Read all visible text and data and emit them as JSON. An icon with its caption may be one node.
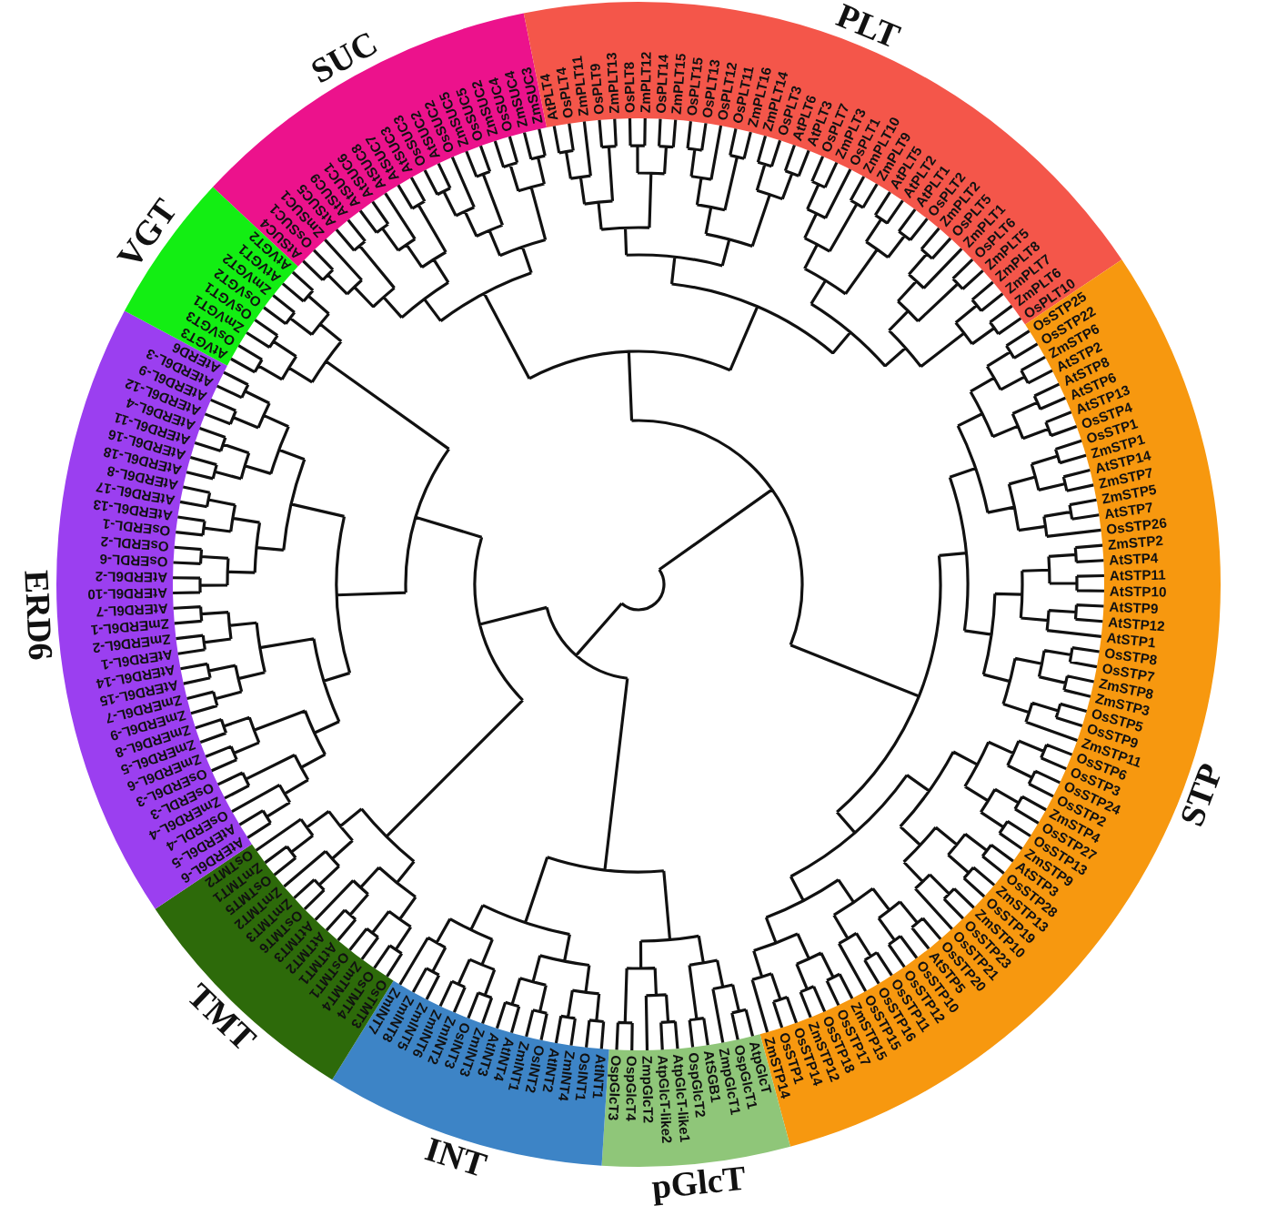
{
  "diagram": {
    "nodes": [
      {
        "text": [
          "SUC",
          "AtSUC4",
          "OsSUC1",
          "ZmSUC1",
          "AtSUC5",
          "AtSUC9",
          "AtSUC1",
          "AtSUC6",
          "AtSUC8",
          "AtSUC7",
          "AtSUC3",
          "OsSUC3",
          "AtSUC2",
          "OsSUC2",
          "ZmSUC5",
          "OsSUC5",
          "ZmSUC2",
          "OsSUC4",
          "ZmSUC4",
          "ZmSUC3"
        ]
      },
      {
        "text": [
          "PLT",
          "AtPLT4",
          "OsPLT4",
          "ZmPLT11",
          "OsPLT9",
          "ZmPLT13",
          "OsPLT8",
          "ZmPLT12",
          "OsPLT14",
          "ZmPLT15",
          "OsPLT15",
          "OsPLT13",
          "OsPLT12",
          "OsPLT11",
          "ZmPLT16",
          "ZmPLT14",
          "OsPLT3",
          "AtPLT6",
          "AtPLT3",
          "OsPLT7",
          "ZmPLT3",
          "OsPLT1",
          "ZmPLT10",
          "ZmPLT9",
          "AtPLT5",
          "AtPLT2",
          "AtPLT1",
          "OsPLT2",
          "ZmPLT2",
          "OsPLT5",
          "ZmPLT1",
          "OsPLT6",
          "ZmPLT5",
          "ZmPLT8",
          "ZmPLT7",
          "ZmPLT6",
          "OsPLT10"
        ]
      },
      {
        "text": [
          "STP",
          "OsSTP25",
          "OsSTP22",
          "ZmSTP6",
          "AtSTP2",
          "AtSTP8",
          "AtSTP6",
          "AtSTP13",
          "OsSTP4",
          "OsSTP1",
          "ZmSTP1",
          "AtSTP14",
          "ZmSTP7",
          "ZmSTP5",
          "AtSTP7",
          "OsSTP26",
          "ZmSTP2",
          "AtSTP4",
          "AtSTP11",
          "AtSTP10",
          "AtSTP9",
          "AtSTP12",
          "AtSTP1",
          "OsSTP8",
          "OsSTP7",
          "ZmSTP8",
          "ZmSTP3",
          "OsSTP5",
          "OsSTP9",
          "ZmSTP11",
          "OsSTP6",
          "OsSTP3",
          "OsSTP24",
          "OsSTP2",
          "ZmSTP4",
          "OsSTP27",
          "OsSTP13",
          "ZmSTP9",
          "AtSTP3",
          "OsSTP28",
          "ZmSTP13",
          "OsSTP19",
          "ZmSTP10",
          "OsSTP23",
          "OsSTP21",
          "OsSTP20",
          "AtSTP5",
          "OsSTP10",
          "OsSTP12",
          "OsSTP11",
          "OsSTP16",
          "OsSTP15",
          "ZmSTP15",
          "OsSTP17",
          "OsSTP18",
          "ZmSTP12",
          "OsSTP14",
          "OsSTP1",
          "ZmSTP14"
        ]
      },
      {
        "text": [
          "pGlcT",
          "AtpGlcT",
          "OspGlcT1",
          "ZmpGlcT1",
          "AtSGB1",
          "OspGlcT2",
          "AtpGlcT-like1",
          "AtpGlcT-like2",
          "ZmpGlcT2",
          "OspGlcT4",
          "OspGlcT3"
        ]
      },
      {
        "text": [
          "INT",
          "AtINT1",
          "OsINT1",
          "ZmINT4",
          "AtINT2",
          "OsINT2",
          "ZmINT1",
          "AtINT4",
          "AtINT3",
          "ZmINT3",
          "OsINT3",
          "ZmINT2",
          "ZmINT6",
          "ZmINT5",
          "ZmINT8",
          "ZmINT7"
        ]
      },
      {
        "text": [
          "TMT",
          "OsTMT3",
          "OsTMT4",
          "ZmTMT4",
          "OsTMT1",
          "AtTMT1",
          "AtTMT2",
          "AtTMT3",
          "OsTMT6",
          "ZmTMT3",
          "ZmTMT2",
          "OsTMT5",
          "ZmTMT1",
          "OsTMT2"
        ]
      },
      {
        "text": [
          "ERD6",
          "AtERD6L-6",
          "AtERD6L-5",
          "OsERDL-4",
          "ZmERD6L-4",
          "OsERDL-3",
          "OsERD6L-3",
          "ZmERD6L-6",
          "ZmERD6L-5",
          "ZmERD6L-8",
          "ZmERD6L-9",
          "ZmERD6L-7",
          "AtERD6L-15",
          "AtERD6L-14",
          "AtERD6L-1",
          "ZmERD6L-2",
          "ZmERD6L-1",
          "AtERD6L-7",
          "AtERD6L-10",
          "AtERD6L-2",
          "OsERDL-6",
          "OsERDL-2",
          "OsERDL-1",
          "AtERD6L-13",
          "AtERD6L-17",
          "AtERD6L-8",
          "AtERD6L-18",
          "AtERD6L-16",
          "AtERD6L-11",
          "AtERD6L-4",
          "AtERD6L-12",
          "AtERD6L-9",
          "AtERD6L-3",
          "AtERD6"
        ]
      },
      {
        "text": [
          "VGT",
          "AtVGT3",
          "OsVGT3",
          "ZmVGT1",
          "OsVGT1",
          "OsVGT2",
          "ZmVGT2",
          "AtVGT1",
          "AtVGT2"
        ]
      }
    ]
  }
}
